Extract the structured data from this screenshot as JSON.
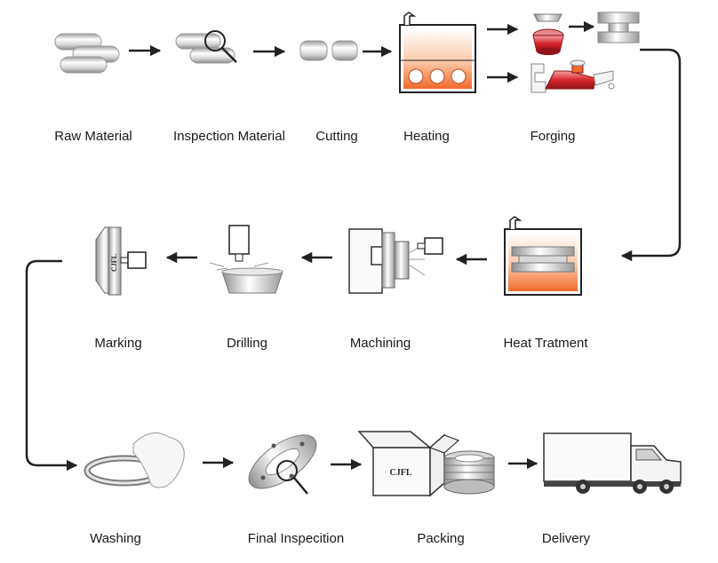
{
  "steps": [
    {
      "id": "raw-material",
      "label": "Raw Material"
    },
    {
      "id": "inspection-material",
      "label": "Inspection Material"
    },
    {
      "id": "cutting",
      "label": "Cutting"
    },
    {
      "id": "heating",
      "label": "Heating"
    },
    {
      "id": "forging",
      "label": "Forging"
    },
    {
      "id": "heat-treatment",
      "label": "Heat Tratment"
    },
    {
      "id": "machining",
      "label": "Machining"
    },
    {
      "id": "drilling",
      "label": "Drilling"
    },
    {
      "id": "marking",
      "label": "Marking"
    },
    {
      "id": "washing",
      "label": "Washing"
    },
    {
      "id": "final-inspection",
      "label": "Final Inspecition"
    },
    {
      "id": "packing",
      "label": "Packing"
    },
    {
      "id": "delivery",
      "label": "Delivery"
    }
  ],
  "brand_mark": "CJFL",
  "colors": {
    "heat": "#f06a2a",
    "forge_red": "#d7262c",
    "steel_light": "#f2f2f2",
    "steel_dark": "#8c8c8c",
    "line": "#222222"
  }
}
